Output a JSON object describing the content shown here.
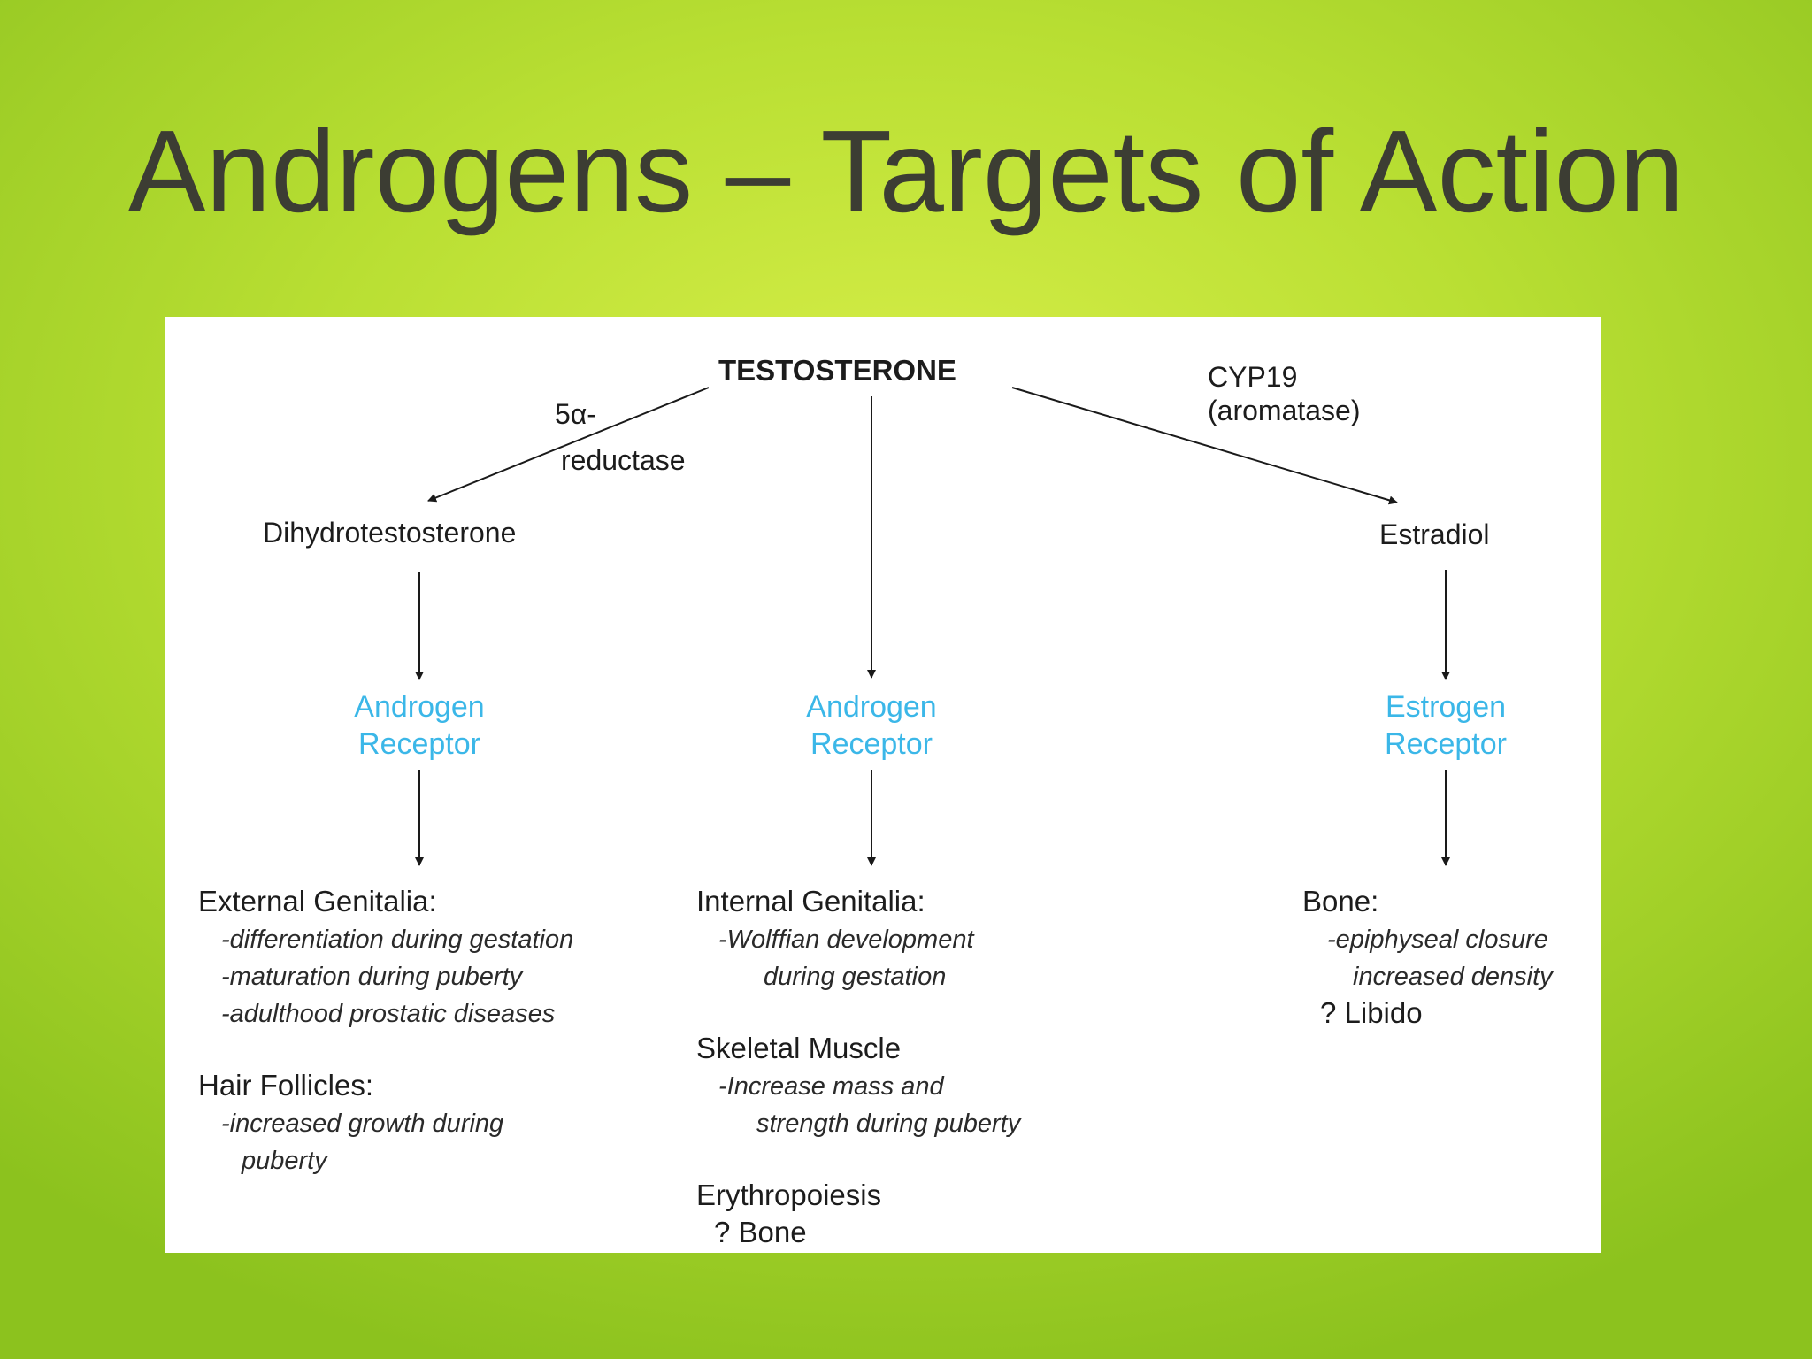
{
  "slide": {
    "title": "Androgens – Targets of Action"
  },
  "diagram": {
    "source": "TESTOSTERONE",
    "enzyme_left": {
      "line1": "5α-",
      "line2": "reductase"
    },
    "enzyme_right": {
      "line1": "CYP19",
      "line2": "(aromatase)"
    },
    "left": {
      "metabolite": "Dihydrotestosterone",
      "receptor_line1": "Androgen",
      "receptor_line2": "Receptor",
      "targets": [
        {
          "heading": "External Genitalia:",
          "items": [
            "-differentiation during gestation",
            "-maturation during puberty",
            "-adulthood prostatic diseases"
          ]
        },
        {
          "heading": "Hair Follicles:",
          "items": [
            "-increased growth during",
            "puberty"
          ]
        }
      ]
    },
    "center": {
      "receptor_line1": "Androgen",
      "receptor_line2": "Receptor",
      "targets": [
        {
          "heading": "Internal Genitalia:",
          "items": [
            "-Wolffian development",
            "during gestation"
          ]
        },
        {
          "heading": "Skeletal Muscle",
          "items": [
            "-Increase mass and",
            "strength during puberty"
          ]
        },
        {
          "heading": "Erythropoiesis",
          "items": []
        },
        {
          "heading": "? Bone",
          "items": []
        }
      ]
    },
    "right": {
      "metabolite": "Estradiol",
      "receptor_line1": "Estrogen",
      "receptor_line2": "Receptor",
      "targets": [
        {
          "heading": "Bone:",
          "items": [
            "-epiphyseal closure",
            "increased density"
          ]
        },
        {
          "heading": "? Libido",
          "items": []
        }
      ]
    }
  }
}
